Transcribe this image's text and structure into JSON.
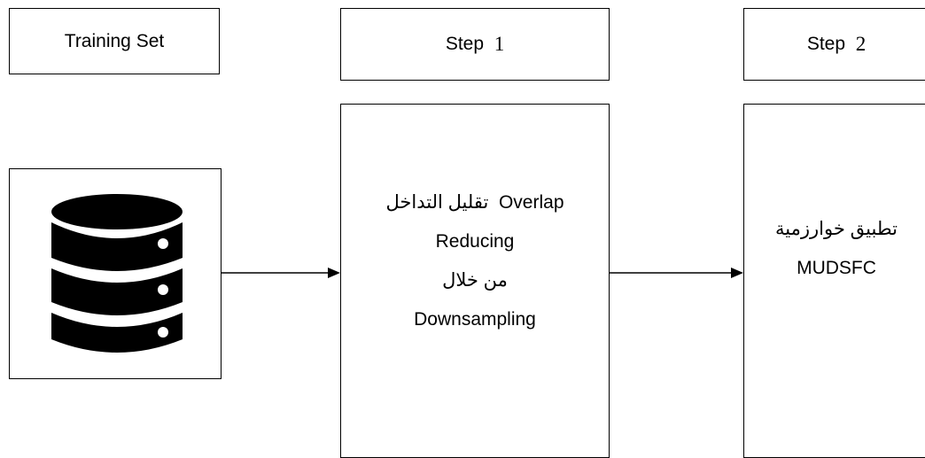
{
  "labels": {
    "training_set": "Training Set",
    "step1_word": "Step",
    "step1_num": "1",
    "step2_word": "Step",
    "step2_num": "2"
  },
  "step1": {
    "line1_ar": "تقليل التداخل",
    "line1_en": "Overlap",
    "line2": "Reducing",
    "line3_ar": "من خلال",
    "line4": "Downsampling"
  },
  "step2": {
    "line1_ar": "تطبيق خوارزمية",
    "line2": "MUDSFC"
  },
  "icons": {
    "database": "database-icon",
    "arrow": "arrow-right-icon"
  },
  "colors": {
    "stroke": "#000000",
    "background": "#ffffff"
  }
}
